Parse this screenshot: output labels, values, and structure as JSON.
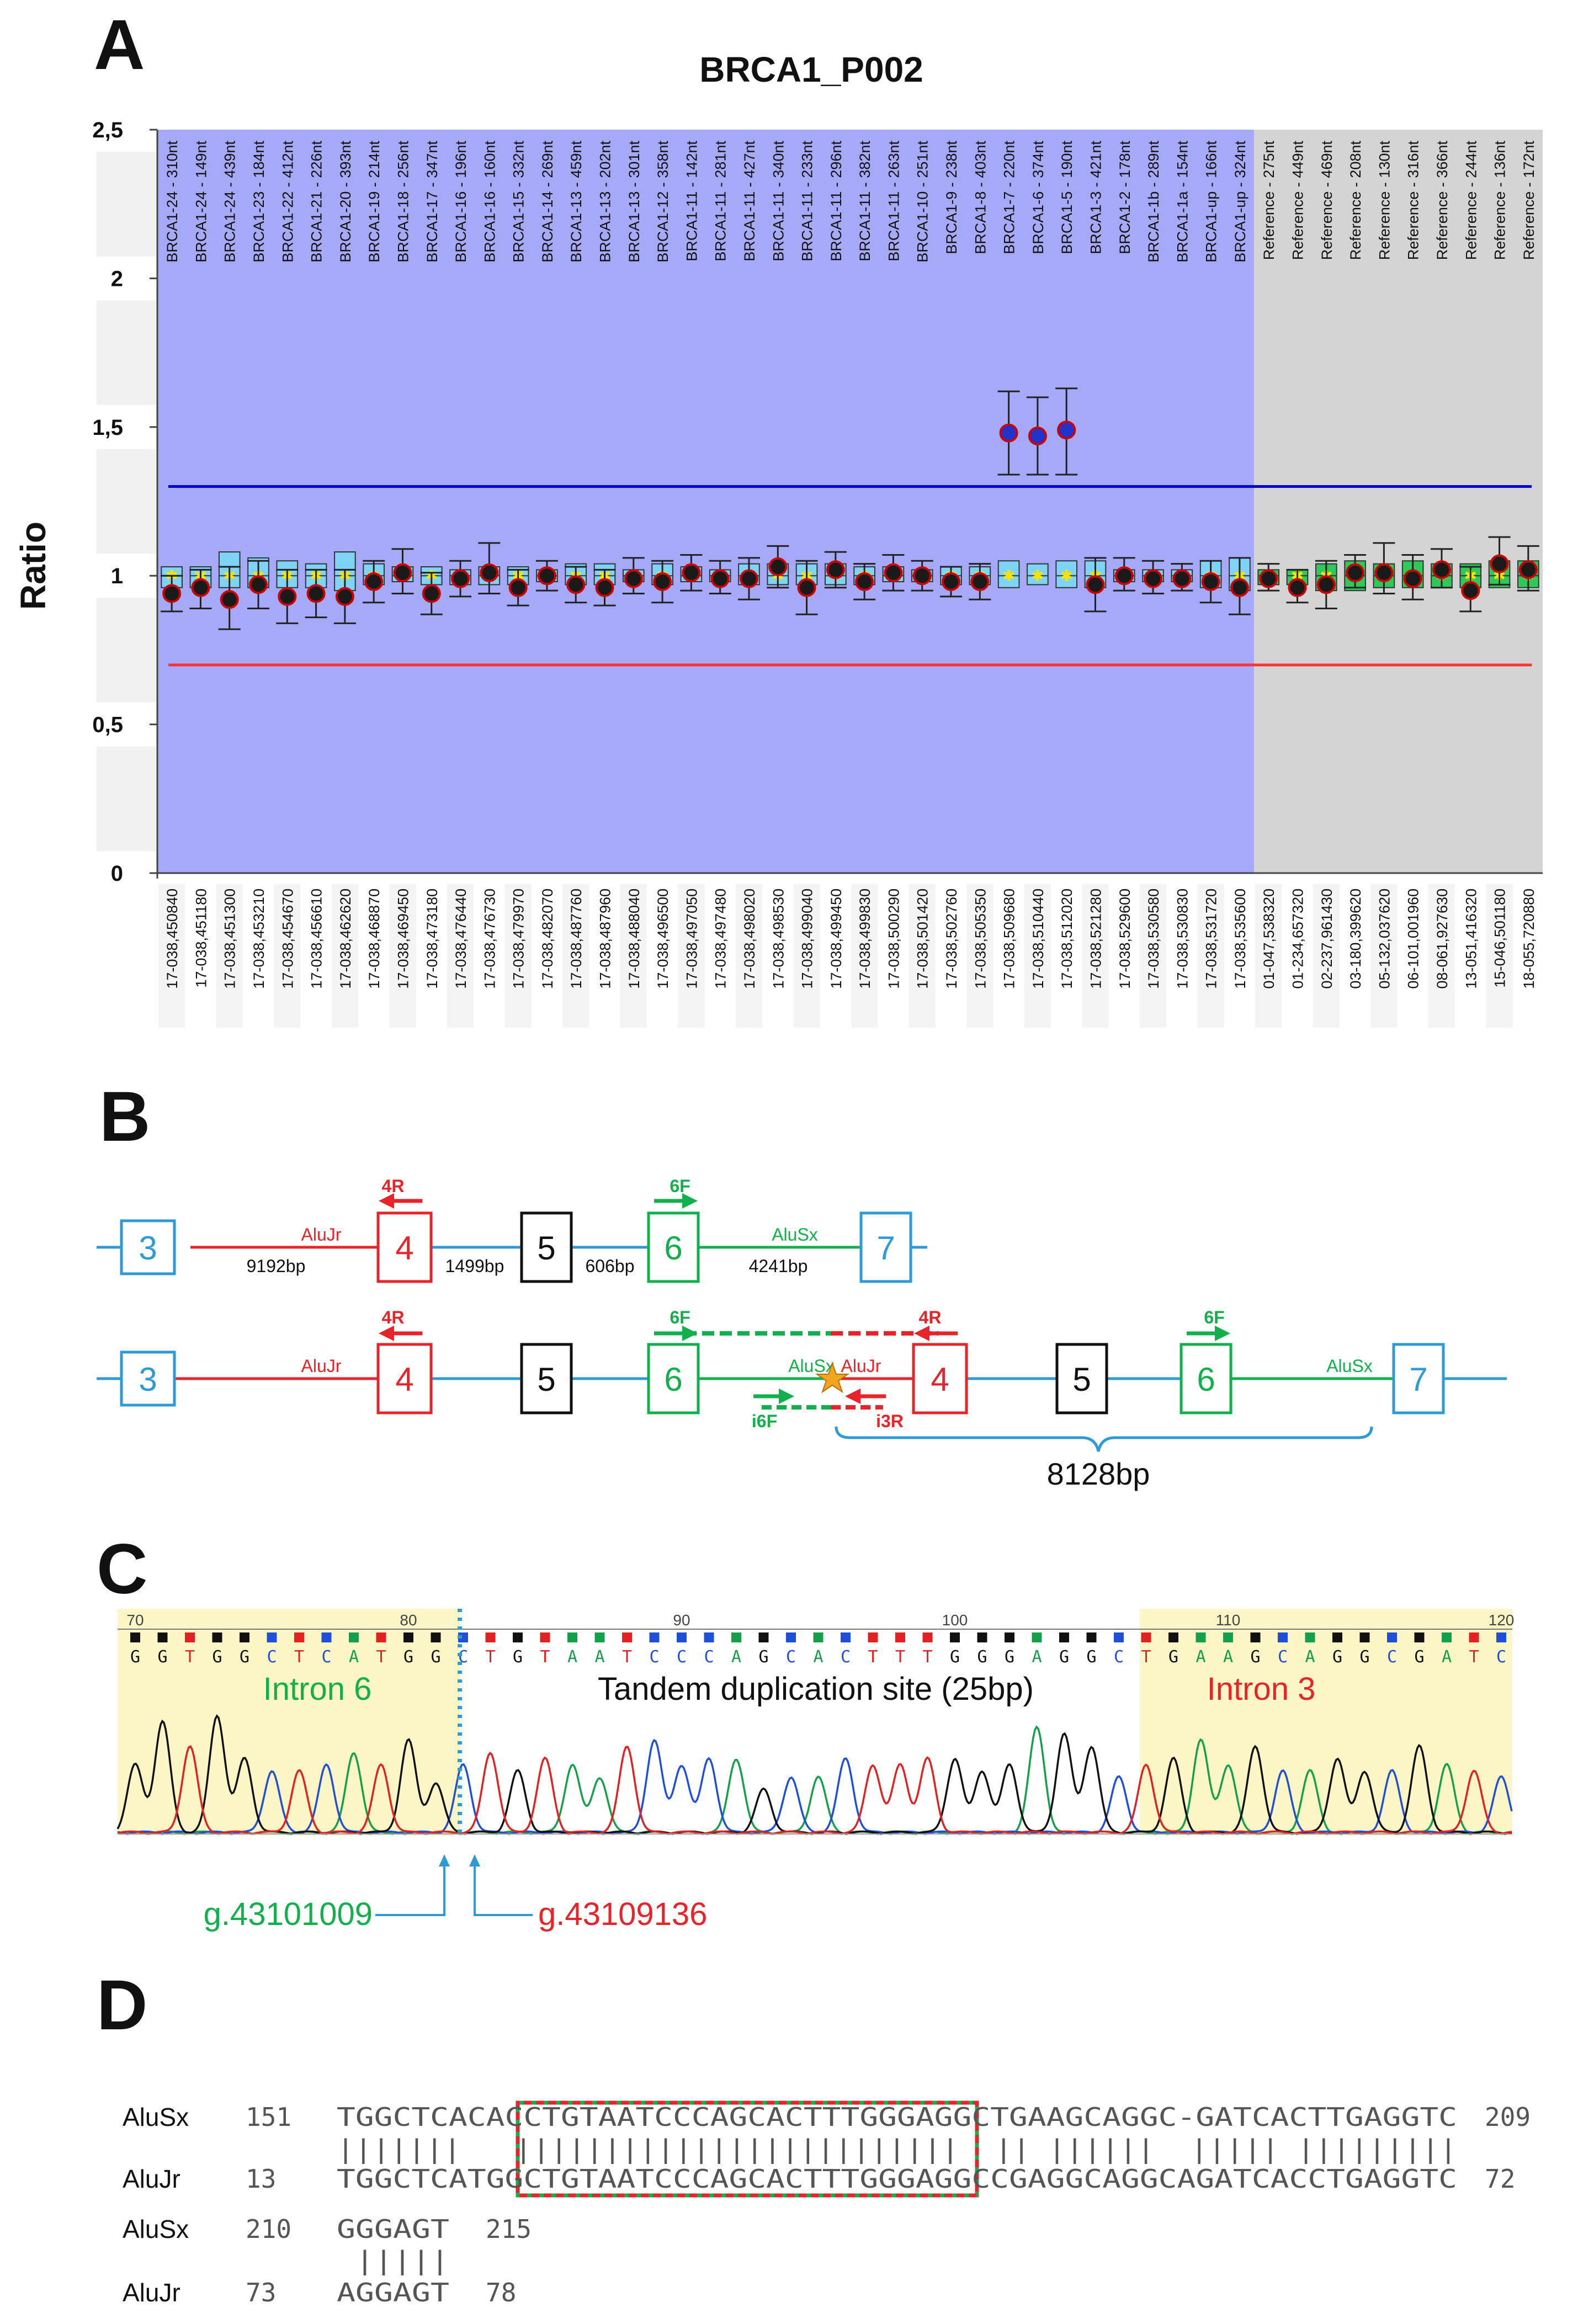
{
  "panels": {
    "a": "A",
    "b": "B",
    "c": "C",
    "d": "D"
  },
  "chart_data": {
    "type": "box",
    "title": "BRCA1_P002",
    "ylabel": "Ratio",
    "ylim": [
      0,
      2.5
    ],
    "y_ticks": [
      "0",
      "0,5",
      "1",
      "1,5",
      "2",
      "2,5"
    ],
    "thresholds": {
      "upper": 1.3,
      "lower": 0.7,
      "upper_color": "#0000cc",
      "lower_color": "#ff3333"
    },
    "colors": {
      "sample_bg": "#a6a9f7",
      "reference_bg": "#d4d4d4",
      "sample_box": "#7fd3f7",
      "reference_box": "#2ec95a",
      "dot": "#1a1a1a",
      "dot_ring": "#cc0000",
      "outlier_dot": "#2233cc",
      "outlier_ring": "#cc0000"
    },
    "probes": [
      "BRCA1-24 - 310nt",
      "BRCA1-24 - 149nt",
      "BRCA1-24 - 439nt",
      "BRCA1-23 - 184nt",
      "BRCA1-22 - 412nt",
      "BRCA1-21 - 226nt",
      "BRCA1-20 - 393nt",
      "BRCA1-19 - 214nt",
      "BRCA1-18 - 256nt",
      "BRCA1-17 - 347nt",
      "BRCA1-16 - 196nt",
      "BRCA1-16 - 160nt",
      "BRCA1-15 - 332nt",
      "BRCA1-14 - 269nt",
      "BRCA1-13 - 459nt",
      "BRCA1-13 - 202nt",
      "BRCA1-13 - 301nt",
      "BRCA1-12 - 358nt",
      "BRCA1-11 - 142nt",
      "BRCA1-11 - 281nt",
      "BRCA1-11 - 427nt",
      "BRCA1-11 - 340nt",
      "BRCA1-11 - 233nt",
      "BRCA1-11 - 296nt",
      "BRCA1-11 - 382nt",
      "BRCA1-11 - 263nt",
      "BRCA1-10 - 251nt",
      "BRCA1-9 - 238nt",
      "BRCA1-8 - 403nt",
      "BRCA1-7 - 220nt",
      "BRCA1-6 - 374nt",
      "BRCA1-5 - 190nt",
      "BRCA1-3 - 421nt",
      "BRCA1-2 - 178nt",
      "BRCA1-1b - 289nt",
      "BRCA1-1a - 154nt",
      "BRCA1-up - 166nt",
      "BRCA1-up - 324nt",
      "Reference - 275nt",
      "Reference - 449nt",
      "Reference - 469nt",
      "Reference - 208nt",
      "Reference - 130nt",
      "Reference - 316nt",
      "Reference - 366nt",
      "Reference - 244nt",
      "Reference - 136nt",
      "Reference - 172nt"
    ],
    "positions": [
      "17-038,450840",
      "17-038,451180",
      "17-038,451300",
      "17-038,453210",
      "17-038,454670",
      "17-038,456610",
      "17-038,462620",
      "17-038,468870",
      "17-038,469450",
      "17-038,473180",
      "17-038,476440",
      "17-038,476730",
      "17-038,479970",
      "17-038,482070",
      "17-038,487760",
      "17-038,487960",
      "17-038,488040",
      "17-038,496500",
      "17-038,497050",
      "17-038,497480",
      "17-038,498020",
      "17-038,498530",
      "17-038,499040",
      "17-038,499450",
      "17-038,499830",
      "17-038,500290",
      "17-038,501420",
      "17-038,502760",
      "17-038,505350",
      "17-038,509680",
      "17-038,510440",
      "17-038,512020",
      "17-038,521280",
      "17-038,529600",
      "17-038,530580",
      "17-038,530830",
      "17-038,531720",
      "17-038,535600",
      "01-047,538320",
      "01-234,657320",
      "02-237,961430",
      "03-180,399620",
      "05-132,037620",
      "06-101,001960",
      "08-061,927630",
      "13-051,416320",
      "15-046,501180",
      "18-055,720880"
    ],
    "values": [
      0.94,
      0.96,
      0.92,
      0.97,
      0.93,
      0.94,
      0.93,
      0.98,
      1.01,
      0.94,
      0.99,
      1.01,
      0.96,
      1.0,
      0.97,
      0.96,
      0.99,
      0.98,
      1.01,
      0.99,
      0.99,
      1.03,
      0.96,
      1.02,
      0.98,
      1.01,
      1.0,
      0.98,
      0.98,
      1.48,
      1.47,
      1.49,
      0.97,
      1.0,
      0.99,
      0.99,
      0.98,
      0.96,
      0.99,
      0.96,
      0.97,
      1.01,
      1.01,
      0.99,
      1.02,
      0.95,
      1.04,
      1.02
    ],
    "err_low": [
      0.88,
      0.89,
      0.82,
      0.89,
      0.84,
      0.86,
      0.84,
      0.91,
      0.94,
      0.87,
      0.93,
      0.94,
      0.9,
      0.95,
      0.91,
      0.9,
      0.94,
      0.91,
      0.95,
      0.94,
      0.92,
      0.96,
      0.87,
      0.96,
      0.92,
      0.95,
      0.95,
      0.93,
      0.92,
      1.34,
      1.34,
      1.34,
      0.88,
      0.95,
      0.94,
      0.95,
      0.91,
      0.87,
      0.95,
      0.91,
      0.89,
      0.96,
      0.94,
      0.92,
      0.96,
      0.88,
      0.97,
      0.95
    ],
    "err_high": [
      1.0,
      1.02,
      1.03,
      1.05,
      1.02,
      1.02,
      1.02,
      1.05,
      1.09,
      1.01,
      1.05,
      1.11,
      1.02,
      1.05,
      1.03,
      1.02,
      1.06,
      1.05,
      1.07,
      1.05,
      1.06,
      1.1,
      1.05,
      1.08,
      1.04,
      1.07,
      1.05,
      1.03,
      1.04,
      1.62,
      1.6,
      1.63,
      1.06,
      1.06,
      1.05,
      1.04,
      1.05,
      1.06,
      1.04,
      1.02,
      1.05,
      1.07,
      1.11,
      1.07,
      1.09,
      1.03,
      1.13,
      1.1
    ],
    "box_low": [
      0.96,
      0.96,
      0.96,
      0.96,
      0.96,
      0.96,
      0.95,
      0.97,
      0.98,
      0.97,
      0.97,
      0.97,
      0.97,
      0.98,
      0.97,
      0.97,
      0.98,
      0.97,
      0.98,
      0.98,
      0.97,
      0.97,
      0.97,
      0.97,
      0.97,
      0.98,
      0.98,
      0.97,
      0.97,
      0.96,
      0.97,
      0.96,
      0.96,
      0.98,
      0.98,
      0.98,
      0.96,
      0.95,
      0.97,
      0.97,
      0.95,
      0.95,
      0.96,
      0.96,
      0.96,
      0.96,
      0.96,
      0.96
    ],
    "box_high": [
      1.03,
      1.03,
      1.08,
      1.06,
      1.05,
      1.04,
      1.08,
      1.04,
      1.03,
      1.03,
      1.02,
      1.03,
      1.03,
      1.02,
      1.04,
      1.04,
      1.02,
      1.04,
      1.03,
      1.02,
      1.04,
      1.04,
      1.04,
      1.04,
      1.03,
      1.03,
      1.02,
      1.03,
      1.03,
      1.05,
      1.04,
      1.05,
      1.05,
      1.02,
      1.02,
      1.02,
      1.05,
      1.06,
      1.02,
      1.02,
      1.04,
      1.05,
      1.04,
      1.05,
      1.04,
      1.04,
      1.05,
      1.05
    ]
  },
  "gene": {
    "top": {
      "exons": [
        "3",
        "4",
        "5",
        "6",
        "7"
      ],
      "primers": {
        "r": "4R",
        "f": "6F"
      },
      "repeats": {
        "red": "AluJr",
        "green": "AluSx"
      },
      "distances": [
        "9192bp",
        "1499bp",
        "606bp",
        "4241bp"
      ]
    },
    "bottom": {
      "exons": [
        "3",
        "4",
        "5",
        "6",
        "4",
        "5",
        "6",
        "7"
      ],
      "primers": {
        "f1": "6F",
        "r1": "4R",
        "r2": "4R",
        "f2": "6F",
        "i6f": "i6F",
        "i3r": "i3R"
      },
      "repeats": {
        "red1": "AluJr",
        "green_red": "AluSx",
        "red_green": "AluJr",
        "green2": "AluSx"
      },
      "span": "8128bp"
    },
    "colors": {
      "red": "#e8232a",
      "green": "#12b04c",
      "blue": "#2e9bd6",
      "black": "#111111"
    }
  },
  "chromatogram": {
    "ticks": [
      "70",
      "80",
      "90",
      "100",
      "110",
      "120"
    ],
    "bases": [
      "G",
      "G",
      "T",
      "G",
      "G",
      "C",
      "T",
      "C",
      "A",
      "T",
      "G",
      "G",
      "C",
      "T",
      "G",
      "T",
      "A",
      "A",
      "T",
      "C",
      "C",
      "C",
      "A",
      "G",
      "C",
      "A",
      "C",
      "T",
      "T",
      "T",
      "G",
      "G",
      "G",
      "A",
      "G",
      "G",
      "C",
      "T",
      "G",
      "A",
      "A",
      "G",
      "C",
      "A",
      "G",
      "G",
      "C",
      "G",
      "A",
      "T",
      "C"
    ],
    "labels": {
      "intron6": "Intron 6",
      "site": "Tandem duplication site (25bp)",
      "intron3": "Intron 3"
    },
    "coords": {
      "left": "g.43101009",
      "right": "g.43109136"
    },
    "base_colors": {
      "A": "#14a04a",
      "C": "#1f4fd8",
      "G": "#111111",
      "T": "#e22222"
    }
  },
  "alignment": {
    "rows": [
      {
        "name": "AluSx",
        "start": "151",
        "seq": "TGGCTCACACCTGTAATCCCAGCACTTTGGGAGGCTGAAGCAGGC-GATCACTTGAGGTC",
        "end": "209"
      },
      {
        "match": "|||||||   |||||||||||||||||||||||||  || ||||||  ||||| |||||||||"
      },
      {
        "name": "AluJr",
        "start": "13",
        "seq": "TGGCTCATGGCTGTAATCCCAGCACTTTGGGAGGCCGAGGCAGGCAGATCACCTGAGGTC",
        "end": "72"
      },
      {
        "name": "AluSx",
        "start": "210",
        "seq": "GGGAGT",
        "end": "215"
      },
      {
        "match": " |||||"
      },
      {
        "name": "AluJr",
        "start": "73",
        "seq": "AGGAGT",
        "end": "78"
      }
    ]
  }
}
